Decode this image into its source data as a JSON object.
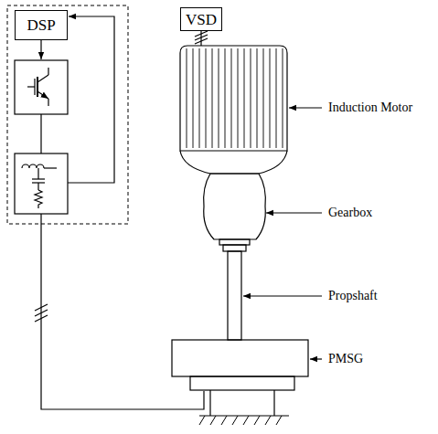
{
  "diagram": {
    "nodes": [
      {
        "text": [
          "DSP"
        ]
      },
      {
        "text": [
          "VSD"
        ]
      }
    ],
    "labels": [
      "Induction Motor",
      "Gearbox",
      "Propshaft",
      "PMSG"
    ]
  }
}
